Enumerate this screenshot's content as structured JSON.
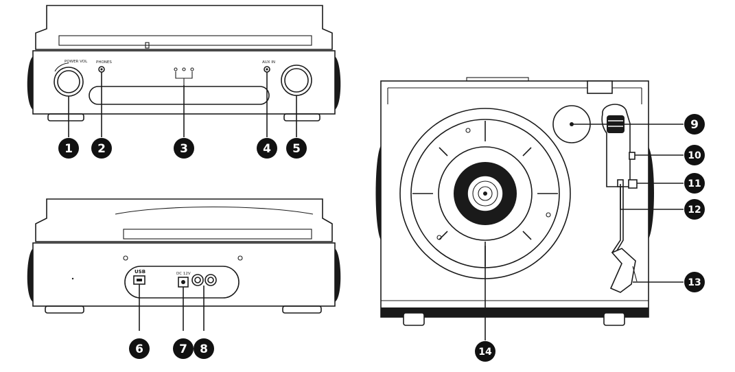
{
  "front_panel": {
    "knob_label": "POWER VOL",
    "phones_label": "PHONES",
    "aux_label": "AUX IN"
  },
  "rear_panel": {
    "usb_label": "USB",
    "dc_label": "DC 12V"
  },
  "callouts": [
    "1",
    "2",
    "3",
    "4",
    "5",
    "6",
    "7",
    "8",
    "9",
    "10",
    "11",
    "12",
    "13",
    "14"
  ]
}
